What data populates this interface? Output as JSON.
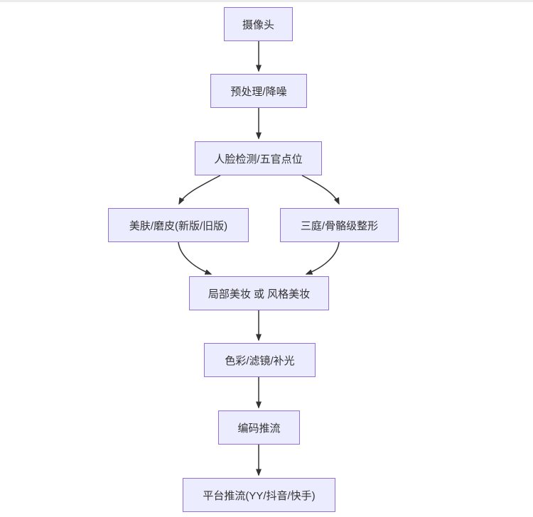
{
  "diagram": {
    "type": "flowchart",
    "direction": "top-down",
    "colors": {
      "node_fill": "#ECECFF",
      "node_border": "#9370DB",
      "edge": "#333333",
      "text": "#333333",
      "top_strip": "#ececec",
      "background": "#ffffff"
    },
    "nodes": [
      {
        "id": "camera",
        "label": "摄像头"
      },
      {
        "id": "preprocess",
        "label": "预处理/降噪"
      },
      {
        "id": "face",
        "label": "人脸检测/五官点位"
      },
      {
        "id": "skin",
        "label": "美肤/磨皮(新版/旧版)"
      },
      {
        "id": "reshape",
        "label": "三庭/骨骼级整形"
      },
      {
        "id": "makeup",
        "label": "局部美妆 或 风格美妆"
      },
      {
        "id": "color",
        "label": "色彩/滤镜/补光"
      },
      {
        "id": "encode",
        "label": "编码推流"
      },
      {
        "id": "platform",
        "label": "平台推流(YY/抖音/快手)"
      }
    ],
    "edges": [
      {
        "from": "camera",
        "to": "preprocess"
      },
      {
        "from": "preprocess",
        "to": "face"
      },
      {
        "from": "face",
        "to": "skin"
      },
      {
        "from": "face",
        "to": "reshape"
      },
      {
        "from": "skin",
        "to": "makeup"
      },
      {
        "from": "reshape",
        "to": "makeup"
      },
      {
        "from": "makeup",
        "to": "color"
      },
      {
        "from": "color",
        "to": "encode"
      },
      {
        "from": "encode",
        "to": "platform"
      }
    ]
  }
}
